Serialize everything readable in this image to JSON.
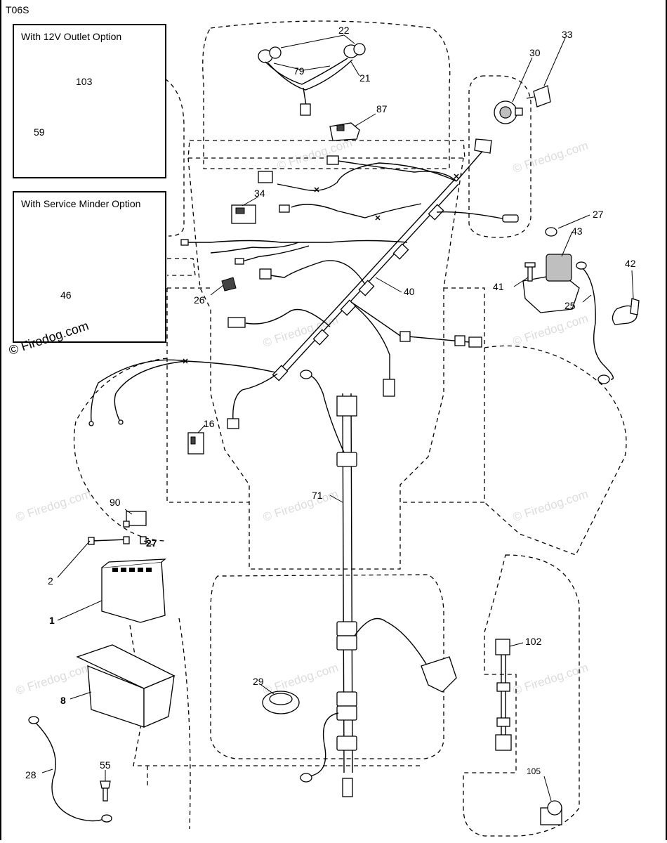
{
  "diagram": {
    "code": "T06S",
    "copyright": "© Firedog.com",
    "watermark": "© Firedog.com"
  },
  "insets": {
    "outlet": {
      "title": "With 12V Outlet Option"
    },
    "service_minder": {
      "title": "With Service Minder Option"
    }
  },
  "callouts": {
    "p1": "1",
    "p2": "2",
    "p8": "8",
    "p16": "16",
    "p21": "21",
    "p22": "22",
    "p25": "25",
    "p26": "26",
    "p27a": "27",
    "p27b": "27",
    "p28": "28",
    "p29": "29",
    "p30": "30",
    "p33": "33",
    "p34": "34",
    "p40": "40",
    "p41": "41",
    "p42": "42",
    "p43": "43",
    "p46": "46",
    "p55": "55",
    "p59": "59",
    "p71": "71",
    "p79": "79",
    "p87": "87",
    "p90": "90",
    "p102": "102",
    "p103": "103",
    "p105": "105"
  }
}
